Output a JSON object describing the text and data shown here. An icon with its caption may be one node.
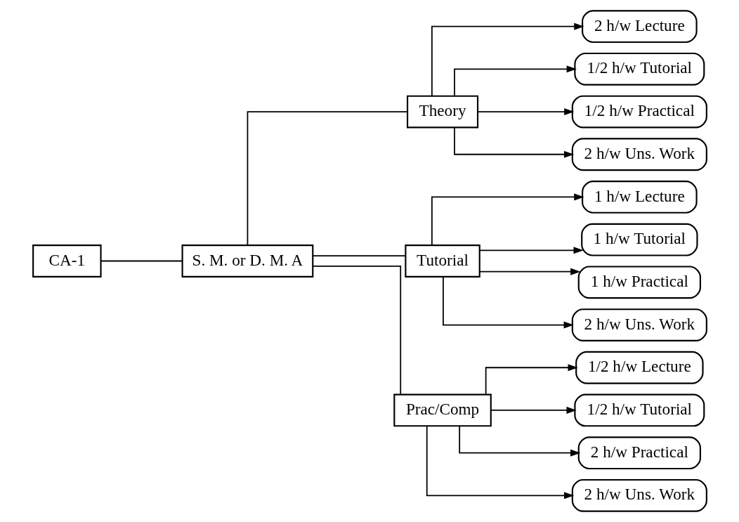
{
  "diagram": {
    "nodes": [
      {
        "text": [
          "CA-1"
        ]
      },
      {
        "text": [
          "S. M. or D. M. A"
        ]
      },
      {
        "text": [
          "Theory"
        ]
      },
      {
        "text": [
          "2 h/w Lecture"
        ]
      },
      {
        "text": [
          "1/2 h/w Tutorial"
        ]
      },
      {
        "text": [
          "1/2 h/w Practical"
        ]
      },
      {
        "text": [
          "2 h/w Uns. Work"
        ]
      },
      {
        "text": [
          "Tutorial"
        ]
      },
      {
        "text": [
          "1 h/w Lecture"
        ]
      },
      {
        "text": [
          "1 h/w Tutorial"
        ]
      },
      {
        "text": [
          "1 h/w Practical"
        ]
      },
      {
        "text": [
          "2 h/w Uns. Work"
        ]
      },
      {
        "text": [
          "Prac/Comp"
        ]
      },
      {
        "text": [
          "1/2 h/w Lecture"
        ]
      },
      {
        "text": [
          "1/2 h/w Tutorial"
        ]
      },
      {
        "text": [
          "2 h/w Practical"
        ]
      },
      {
        "text": [
          "2 h/w Uns. Work"
        ]
      }
    ],
    "edges": [
      {
        "from": 0,
        "to": 1,
        "arrow": "none"
      },
      {
        "from": 1,
        "to": 2,
        "arrow": "none"
      },
      {
        "from": 1,
        "to": 7,
        "arrow": "none"
      },
      {
        "from": 1,
        "to": 12,
        "arrow": "none"
      },
      {
        "from": 2,
        "to": 3,
        "arrow": "to"
      },
      {
        "from": 2,
        "to": 4,
        "arrow": "to"
      },
      {
        "from": 2,
        "to": 5,
        "arrow": "to"
      },
      {
        "from": 2,
        "to": 6,
        "arrow": "to"
      },
      {
        "from": 7,
        "to": 8,
        "arrow": "to"
      },
      {
        "from": 7,
        "to": 9,
        "arrow": "to"
      },
      {
        "from": 7,
        "to": 10,
        "arrow": "to"
      },
      {
        "from": 7,
        "to": 11,
        "arrow": "to"
      },
      {
        "from": 12,
        "to": 13,
        "arrow": "to"
      },
      {
        "from": 12,
        "to": 14,
        "arrow": "to"
      },
      {
        "from": 12,
        "to": 15,
        "arrow": "to"
      },
      {
        "from": 12,
        "to": 16,
        "arrow": "to"
      }
    ]
  }
}
